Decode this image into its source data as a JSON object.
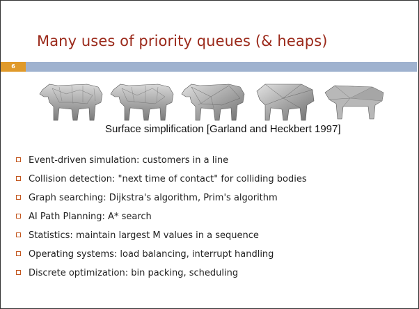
{
  "slide": {
    "title": "Many uses of priority queues (& heaps)",
    "number": "6"
  },
  "figure": {
    "description_icon": "cow-mesh-simplification-icon",
    "caption": "Surface simplification [Garland and Heckbert 1997]"
  },
  "bullets": [
    "Event-driven simulation: customers in a line",
    "Collision detection: \"next time of contact\" for colliding bodies",
    "Graph searching: Dijkstra's algorithm, Prim's algorithm",
    "AI Path Planning: A* search",
    "Statistics: maintain largest M values in a sequence",
    "Operating systems: load balancing, interrupt handling",
    "Discrete optimization: bin packing, scheduling"
  ],
  "colors": {
    "title": "#9b2a1b",
    "rule": "#9fb2cf",
    "slide_number_bg": "#e09a2a",
    "bullet_box": "#c2561e"
  }
}
